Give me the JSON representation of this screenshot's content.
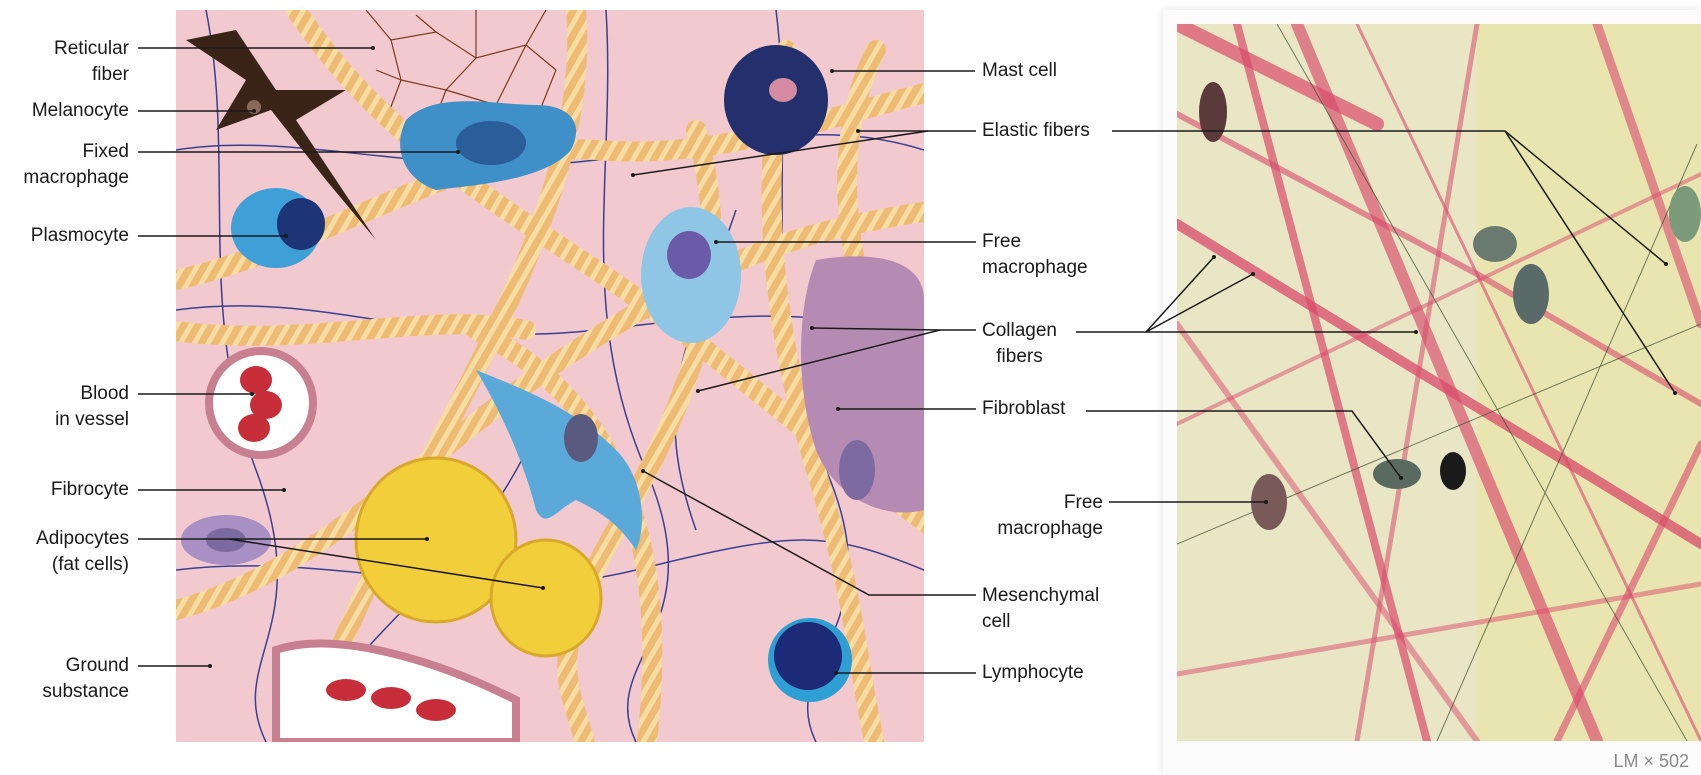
{
  "labels_left": {
    "reticular_fiber": [
      "Reticular",
      "fiber"
    ],
    "melanocyte": [
      "Melanocyte"
    ],
    "fixed_macrophage": [
      "Fixed",
      "macrophage"
    ],
    "plasmocyte": [
      "Plasmocyte"
    ],
    "blood_in_vessel": [
      "Blood",
      "in vessel"
    ],
    "fibrocyte": [
      "Fibrocyte"
    ],
    "adipocytes": [
      "Adipocytes",
      "(fat cells)"
    ],
    "ground_substance": [
      "Ground",
      "substance"
    ]
  },
  "labels_right": {
    "mast_cell": [
      "Mast cell"
    ],
    "elastic_fibers": [
      "Elastic fibers"
    ],
    "free_macrophage": [
      "Free",
      "macrophage"
    ],
    "collagen_fibers": [
      "Collagen",
      "fibers"
    ],
    "fibroblast": [
      "Fibroblast"
    ],
    "free_macrophage_2": [
      "Free",
      "macrophage"
    ],
    "mesenchymal_cell": [
      "Mesenchymal",
      "cell"
    ],
    "lymphocyte": [
      "Lymphocyte"
    ]
  },
  "magnification": "LM × 502",
  "colors": {
    "background": "#f2c9cf",
    "collagen": "#e7b36a",
    "elastic": "#3a3f8f",
    "photo_background": "#e9e6c6",
    "photo_collagen": "#d94a6a"
  }
}
